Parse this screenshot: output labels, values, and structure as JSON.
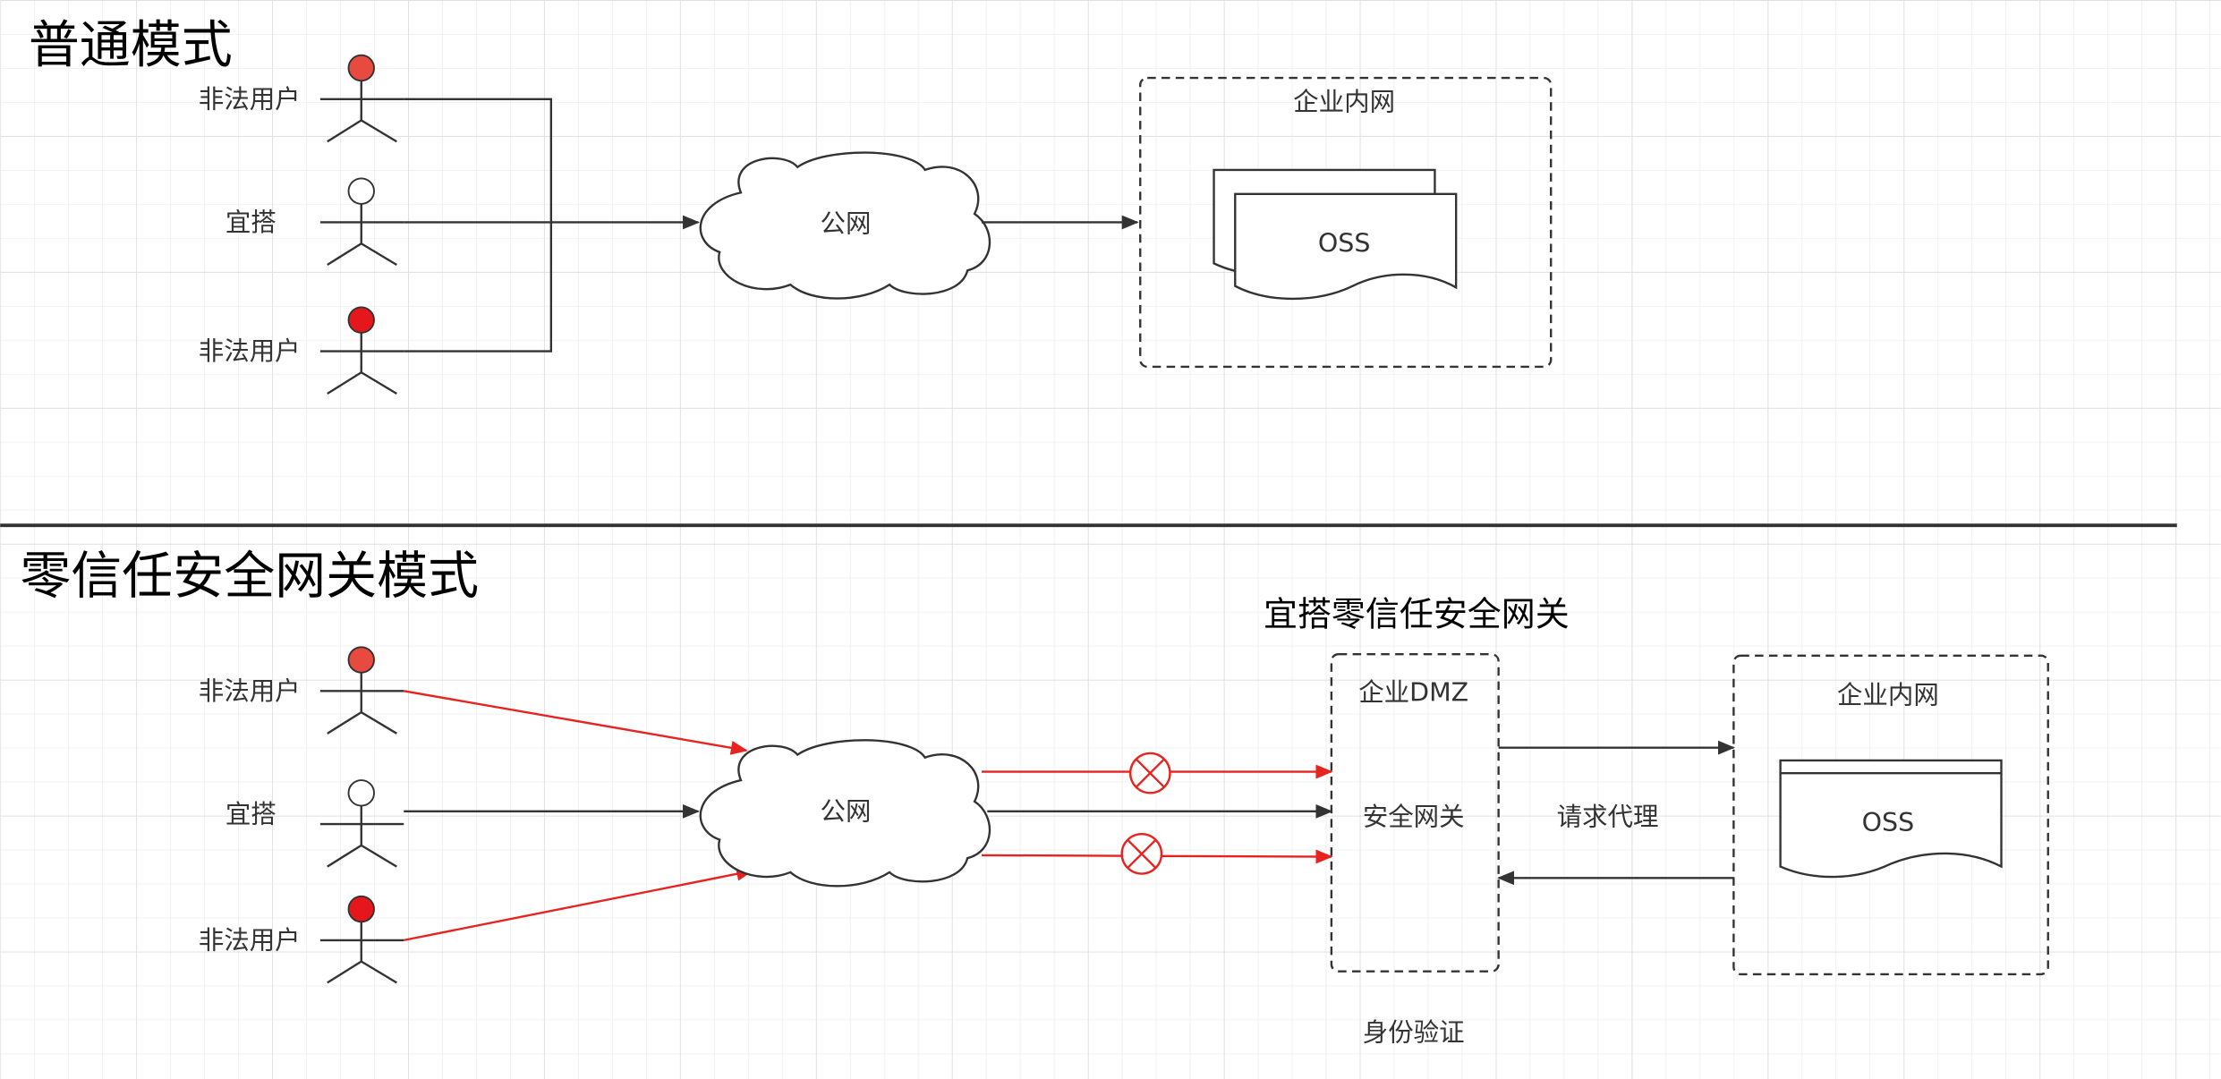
{
  "normal_mode": {
    "title": "普通模式",
    "actors": [
      {
        "label": "非法用户",
        "head_color": "#e84a3f"
      },
      {
        "label": "宜搭",
        "head_color": "#ffffff"
      },
      {
        "label": "非法用户",
        "head_color": "#e5171c"
      }
    ],
    "cloud_label": "公网",
    "intranet": {
      "title": "企业内网",
      "storage": "OSS"
    }
  },
  "zero_trust_mode": {
    "title": "零信任安全网关模式",
    "gateway_heading": "宜搭零信任安全网关",
    "actors": [
      {
        "label": "非法用户",
        "head_color": "#e84a3f"
      },
      {
        "label": "宜搭",
        "head_color": "#ffffff"
      },
      {
        "label": "非法用户",
        "head_color": "#e5171c"
      }
    ],
    "cloud_label": "公网",
    "dmz": {
      "title": "企业DMZ",
      "component": "安全网关",
      "footer": "身份验证"
    },
    "proxy_label": "请求代理",
    "intranet": {
      "title": "企业内网",
      "storage": "OSS"
    }
  },
  "colors": {
    "line": "#333333",
    "blocked": "#e8231f",
    "divider": "#333333"
  }
}
